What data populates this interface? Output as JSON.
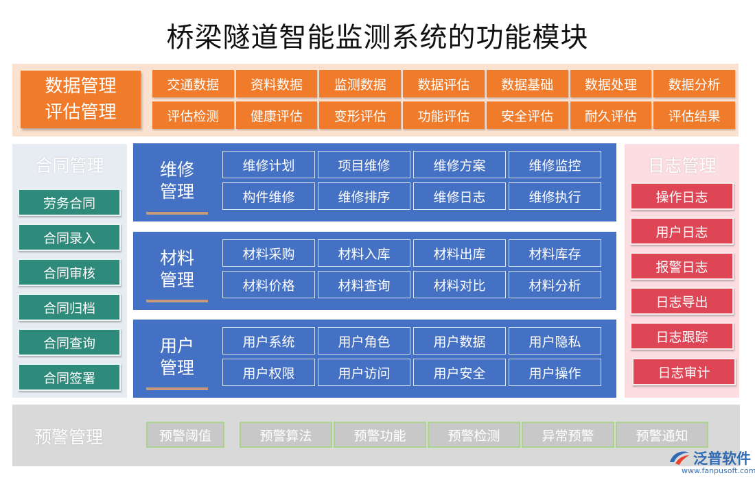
{
  "title": "桥梁隧道智能监测系统的功能模块",
  "data_management": {
    "label_line1": "数据管理",
    "label_line2": "评估管理",
    "items": [
      "交通数据",
      "资料数据",
      "监测数据",
      "数据评估",
      "数据基础",
      "数据处理",
      "数据分析",
      "评估检测",
      "健康评估",
      "变形评估",
      "功能评估",
      "安全评估",
      "耐久评估",
      "评估结果"
    ]
  },
  "contract": {
    "title": "合同管理",
    "items": [
      "劳务合同",
      "合同录入",
      "合同审核",
      "合同归档",
      "合同查询",
      "合同签署"
    ]
  },
  "maintenance": {
    "label_line1": "维修",
    "label_line2": "管理",
    "items": [
      "维修计划",
      "项目维修",
      "维修方案",
      "维修监控",
      "构件维修",
      "维修排序",
      "维修日志",
      "维修执行"
    ]
  },
  "material": {
    "label_line1": "材料",
    "label_line2": "管理",
    "items": [
      "材料采购",
      "材料入库",
      "材料出库",
      "材料库存",
      "材料价格",
      "材料查询",
      "材料对比",
      "材料分析"
    ]
  },
  "user": {
    "label_line1": "用户",
    "label_line2": "管理",
    "items": [
      "用户系统",
      "用户角色",
      "用户数据",
      "用户隐私",
      "用户权限",
      "用户访问",
      "用户安全",
      "用户操作"
    ]
  },
  "log": {
    "title": "日志管理",
    "items": [
      "操作日志",
      "用户日志",
      "报警日志",
      "日志导出",
      "日志跟踪",
      "日志审计"
    ]
  },
  "warning": {
    "title": "预警管理",
    "items": [
      "预警阈值",
      "预警算法",
      "预警功能",
      "预警检测",
      "异常预警",
      "预警通知"
    ]
  },
  "logo": {
    "name": "泛普软件",
    "url": "www.fanpusoft.com",
    "icon": "fanpu-logo-icon"
  },
  "colors": {
    "orange": "#ef7b2b",
    "teal": "#2e8b7b",
    "blue": "#4471c4",
    "red": "#de4656",
    "gray": "#c8c8c8"
  }
}
